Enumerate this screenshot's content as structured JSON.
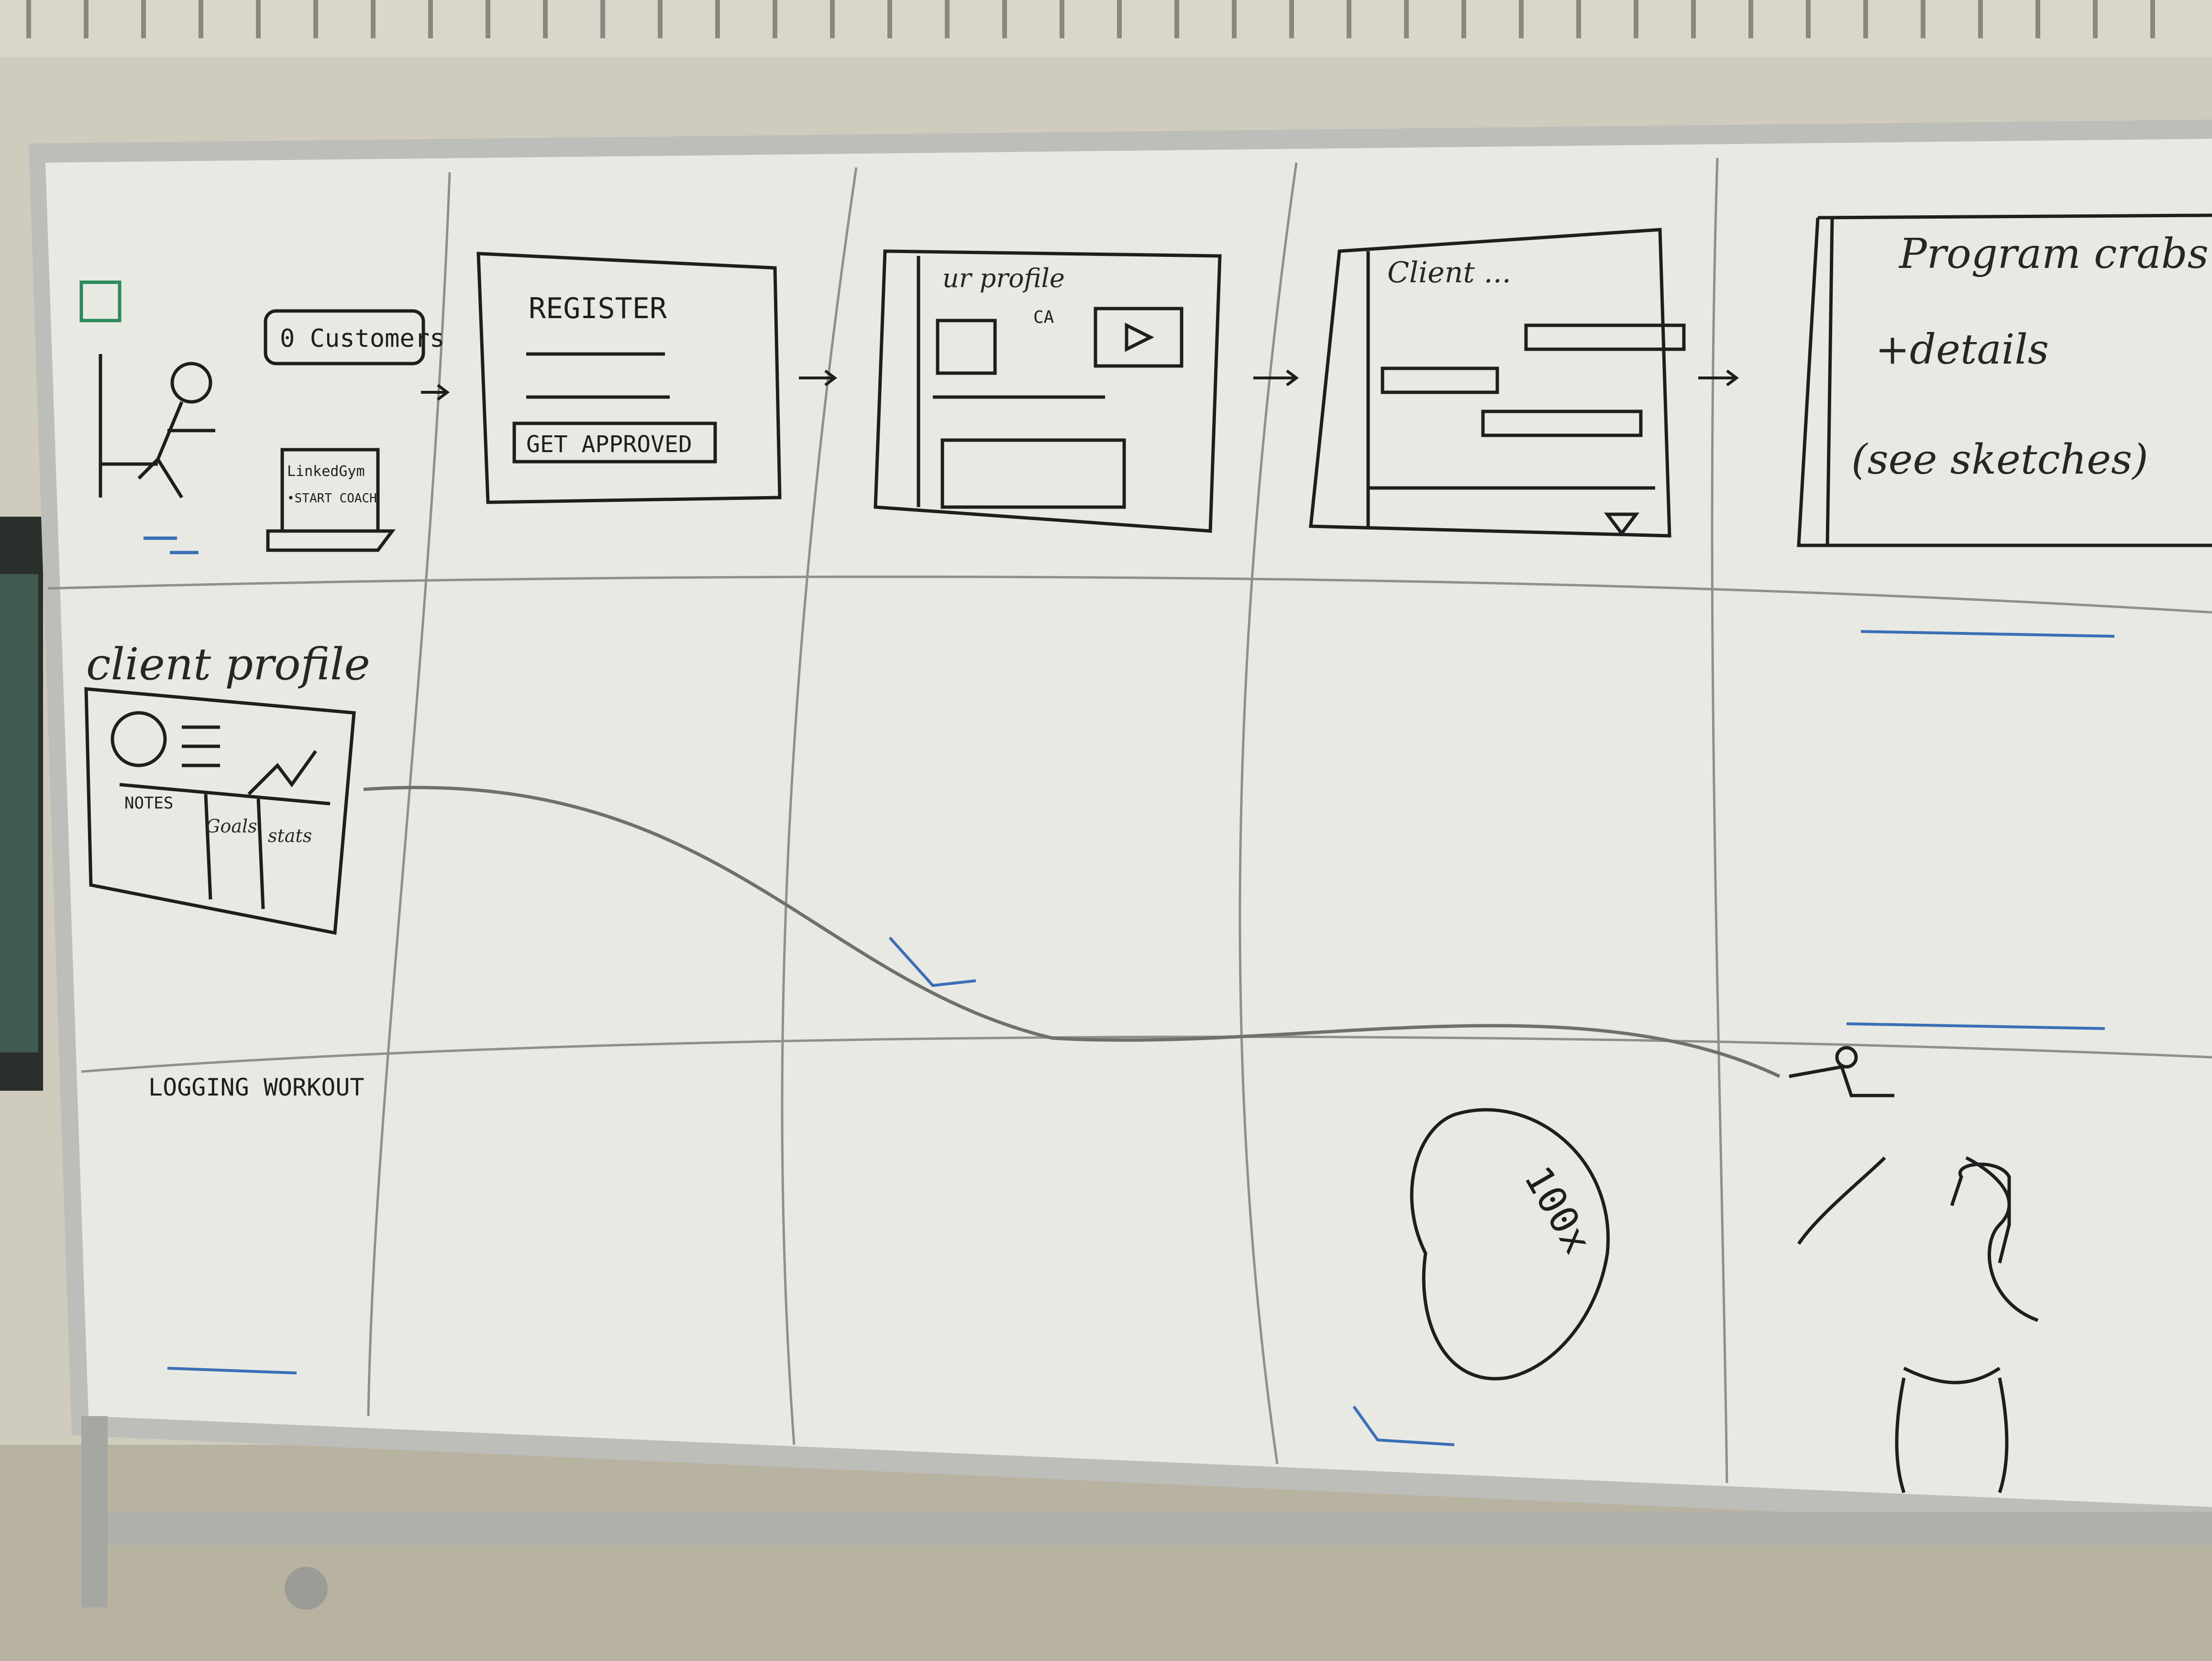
{
  "row1": {
    "customers_bubble": "0 Customers",
    "laptop_line1": "LinkedGym",
    "laptop_line2": "•START COACH",
    "register_title": "REGISTER",
    "register_button": "GET APPROVED",
    "profile_title": "ur profile",
    "profile_badge": "CA",
    "clients_title": "Client ...",
    "program_line1": "Program crabs",
    "program_line2": "+details",
    "program_line3": "(see sketches)"
  },
  "row2": {
    "client_profile_title": "client profile",
    "tab_notes": "NOTES",
    "tab_goals": "Goals",
    "tab_stats": "stats"
  },
  "row3": {
    "logging_label": "LOGGING WORKOUT",
    "head_text": "100x"
  },
  "colors": {
    "board": "#e9e9e3",
    "ink": "#1e1e1e",
    "blue_ink": "#3b6fb6",
    "green_ink": "#2a8a5a",
    "frame": "#b9b9b6"
  }
}
